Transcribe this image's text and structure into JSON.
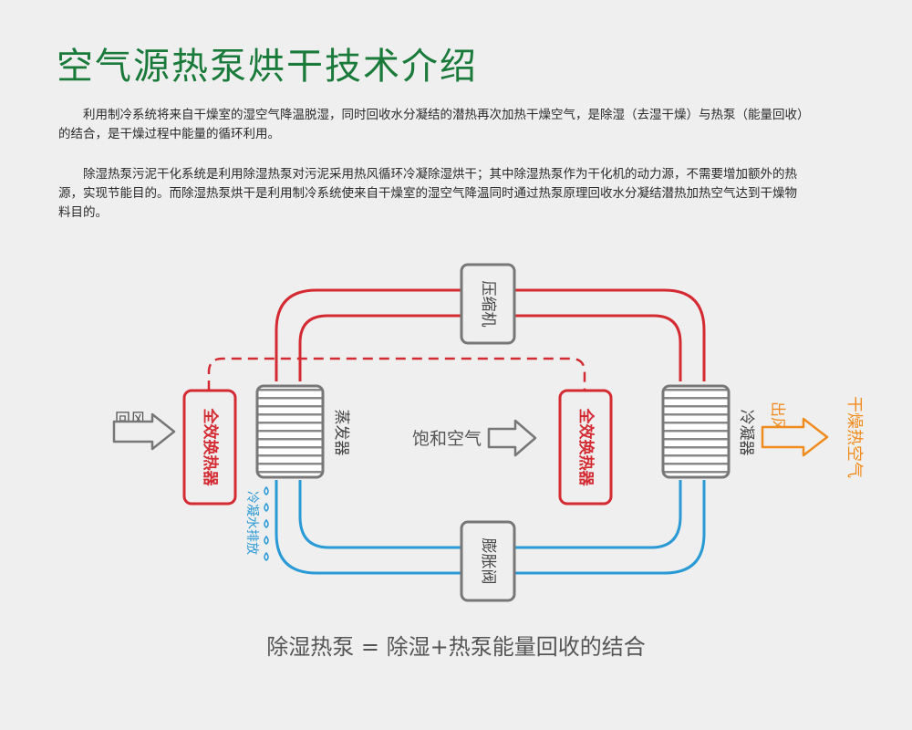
{
  "title": "空气源热泵烘干技术介绍",
  "paragraphs": [
    "利用制冷系统将来自干燥室的湿空气降温脱湿，同时回收水分凝结的潜热再次加热干燥空气，是除湿（去湿干燥）与热泵（能量回收）的结合，是干燥过程中能量的循环利用。",
    "除湿热泵污泥干化系统是利用除湿热泵对污泥采用热风循环冷凝除湿烘干；其中除湿热泵作为干化机的动力源，不需要增加额外的热源，实现节能目的。而除湿热泵烘干是利用制冷系统使来自干燥室的湿空气降温同时通过热泵原理回收水分凝结潜热加热空气达到干燥物料目的。"
  ],
  "diagram": {
    "compressor": "压缩机",
    "expansion_valve": "膨胀阀",
    "evaporator": "蒸发器",
    "condenser": "冷凝器",
    "heat_exchanger_left": "全效换热器",
    "heat_exchanger_right": "全效换热器",
    "return_air": "回风",
    "saturated_air": "饱和空气",
    "outlet_air": "出风",
    "dry_hot_air": "干燥热空气",
    "condensate_drain": "冷凝水排放",
    "colors": {
      "hot_line": "#d42a32",
      "cold_line": "#2a9ad6",
      "component_border": "#777777",
      "outlet_arrow": "#f08c1e",
      "title": "#1a7a3a"
    }
  },
  "formula": "除湿热泵 = 除湿+热泵能量回收的结合"
}
